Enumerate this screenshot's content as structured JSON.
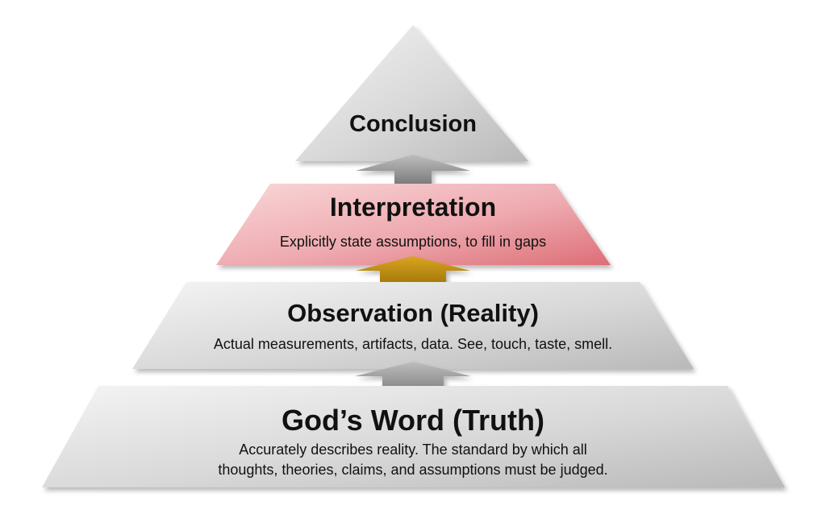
{
  "pyramid": {
    "conclusion": {
      "title": "Conclusion"
    },
    "interpretation": {
      "title": "Interpretation",
      "subtitle": "Explicitly state assumptions, to fill in gaps"
    },
    "observation": {
      "title": "Observation (Reality)",
      "subtitle": "Actual measurements, artifacts, data. See, touch, taste, smell."
    },
    "gods_word": {
      "title": "God’s Word (Truth)",
      "subtitle_line1": "Accurately describes reality. The standard by which all",
      "subtitle_line2": "thoughts, theories, claims, and assumptions must be judged."
    }
  },
  "colors": {
    "gray_tier": "#d4d4d4",
    "interpretation_tier": "#e88c90",
    "gray_arrow": "#8f8f8f",
    "gold_arrow": "#b8860b"
  }
}
